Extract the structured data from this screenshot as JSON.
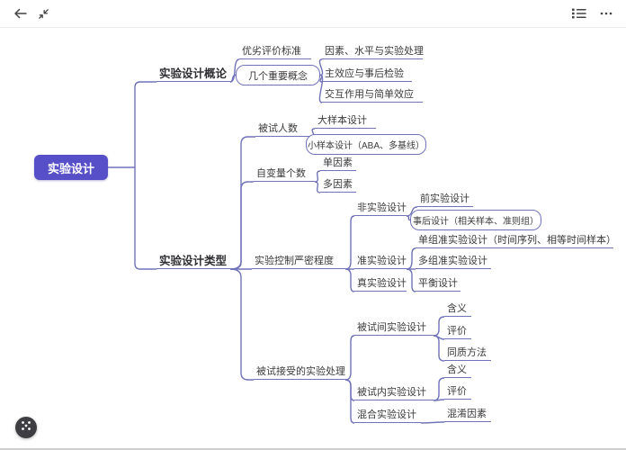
{
  "app": {
    "toolbar_icons": [
      "back-arrow",
      "fit-view",
      "outline-list",
      "more-ellipsis"
    ],
    "colors": {
      "root_fill": "#574FC8",
      "branch_line": "#7173B9",
      "text": "#3A3A3C"
    }
  },
  "mindmap": {
    "root": {
      "label": "实验设计",
      "children": [
        {
          "label": "实验设计概论",
          "children": [
            {
              "label": "优劣评价标准"
            },
            {
              "label": "几个重要概念",
              "children": [
                {
                  "label": "因素、水平与实验处理"
                },
                {
                  "label": "主效应与事后检验"
                },
                {
                  "label": "交互作用与简单效应"
                }
              ]
            }
          ]
        },
        {
          "label": "实验设计类型",
          "children": [
            {
              "label": "被试人数",
              "children": [
                {
                  "label": "大样本设计"
                },
                {
                  "label": "小样本设计（ABA、多基线）"
                }
              ]
            },
            {
              "label": "自变量个数",
              "children": [
                {
                  "label": "单因素"
                },
                {
                  "label": "多因素"
                }
              ]
            },
            {
              "label": "实验控制严密程度",
              "children": [
                {
                  "label": "非实验设计",
                  "children": [
                    {
                      "label": "前实验设计"
                    },
                    {
                      "label": "事后设计（相关样本、准则组）"
                    }
                  ]
                },
                {
                  "label": "准实验设计",
                  "children": [
                    {
                      "label": "单组准实验设计（时间序列、相等时间样本）"
                    },
                    {
                      "label": "多组准实验设计"
                    },
                    {
                      "label": "平衡设计"
                    }
                  ]
                },
                {
                  "label": "真实验设计"
                }
              ]
            },
            {
              "label": "被试接受的实验处理",
              "children": [
                {
                  "label": "被试间实验设计",
                  "children": [
                    {
                      "label": "含义"
                    },
                    {
                      "label": "评价"
                    },
                    {
                      "label": "同质方法"
                    }
                  ]
                },
                {
                  "label": "被试内实验设计",
                  "children": [
                    {
                      "label": "含义"
                    },
                    {
                      "label": "评价"
                    }
                  ]
                },
                {
                  "label": "混合实验设计",
                  "children": [
                    {
                      "label": "混淆因素"
                    }
                  ]
                }
              ]
            }
          ]
        }
      ]
    }
  }
}
